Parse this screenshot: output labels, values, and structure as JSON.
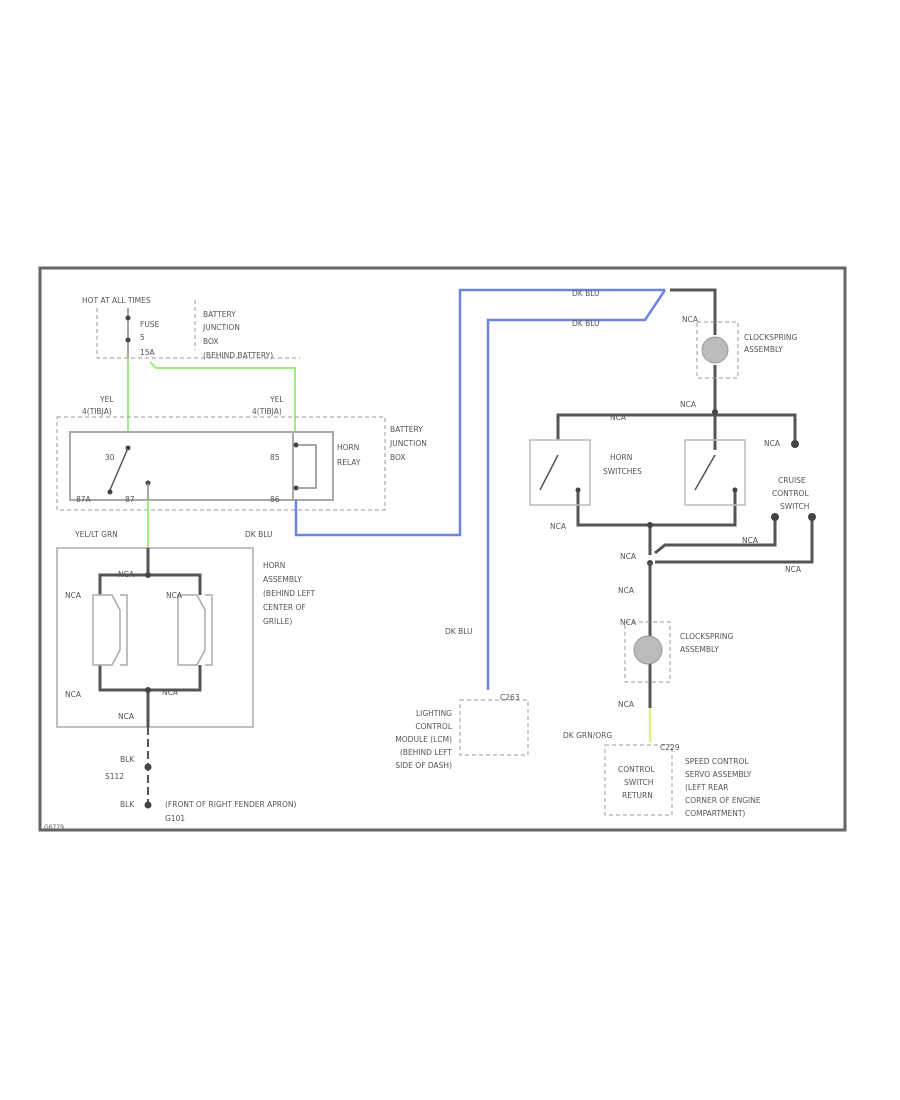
{
  "colors": {
    "frame": "#666666",
    "wire_dark": "#555555",
    "wire_yel": "#9ef07a",
    "wire_blue": "#6c86e0",
    "wire_yel_grn": "#d8ef8a"
  },
  "power": {
    "hot": "HOT AT ALL TIMES",
    "fuse": [
      "FUSE",
      "5",
      "15A"
    ],
    "bjb_top": [
      "BATTERY",
      "JUNCTION",
      "BOX",
      "(BEHIND BATTERY)"
    ]
  },
  "relay": {
    "wire_left": [
      "YEL",
      "4(TIBJA)"
    ],
    "wire_right": [
      "YEL",
      "4(TIBJA)"
    ],
    "pins": {
      "p30": "30",
      "p87a": "87A",
      "p87": "87",
      "p86": "86",
      "p85": "85"
    },
    "name": [
      "HORN",
      "RELAY"
    ],
    "bjb": [
      "BATTERY",
      "JUNCTION",
      "BOX"
    ]
  },
  "wires": {
    "yel_lt_grn": "YEL/LT GRN",
    "dk_blu_relay": "DK BLU",
    "dk_blu_top1": "DK BLU",
    "dk_blu_top2": "DK BLU",
    "dk_blu_lcm": "DK BLU",
    "dk_grn_org": "DK GRN/ORG"
  },
  "horn": {
    "name": [
      "HORN",
      "ASSEMBLY",
      "(BEHIND LEFT",
      "CENTER OF",
      "GRILLE)"
    ],
    "nca": [
      "NCA",
      "NCA",
      "NCA",
      "NCA",
      "NCA",
      "NCA"
    ]
  },
  "ground": {
    "blk1": "BLK",
    "splice": "S112",
    "blk2": "BLK",
    "location": "(FRONT OF RIGHT FENDER APRON)",
    "g": "G101"
  },
  "clockspring1": {
    "name": [
      "CLOCKSPRING",
      "ASSEMBLY"
    ],
    "nca_top": "NCA",
    "nca_bottom": "NCA"
  },
  "switches": {
    "name": [
      "HORN",
      "SWITCHES"
    ],
    "nca_top": "NCA",
    "nca_right": "NCA",
    "nca_left": "NCA",
    "nca_mid": "NCA"
  },
  "cruise": {
    "name": [
      "CRUISE",
      "CONTROL",
      "SWITCH"
    ],
    "nca1": "NCA",
    "nca2": "NCA"
  },
  "clockspring2": {
    "name": [
      "CLOCKSPRING",
      "ASSEMBLY"
    ],
    "nca_top": "NCA",
    "nca_in": "NCA",
    "nca_bottom": "NCA"
  },
  "lcm": {
    "connector": "C263",
    "name": [
      "LIGHTING",
      "CONTROL",
      "MODULE (LCM)",
      "(BEHIND LEFT",
      "SIDE OF DASH)"
    ]
  },
  "servo": {
    "connector": "C229",
    "box": [
      "CONTROL",
      "SWITCH",
      "RETURN"
    ],
    "name": [
      "SPEED CONTROL",
      "SERVO ASSEMBLY",
      "(LEFT REAR",
      "CORNER OF ENGINE",
      "COMPARTMENT)"
    ]
  },
  "figure_id": "G6779"
}
